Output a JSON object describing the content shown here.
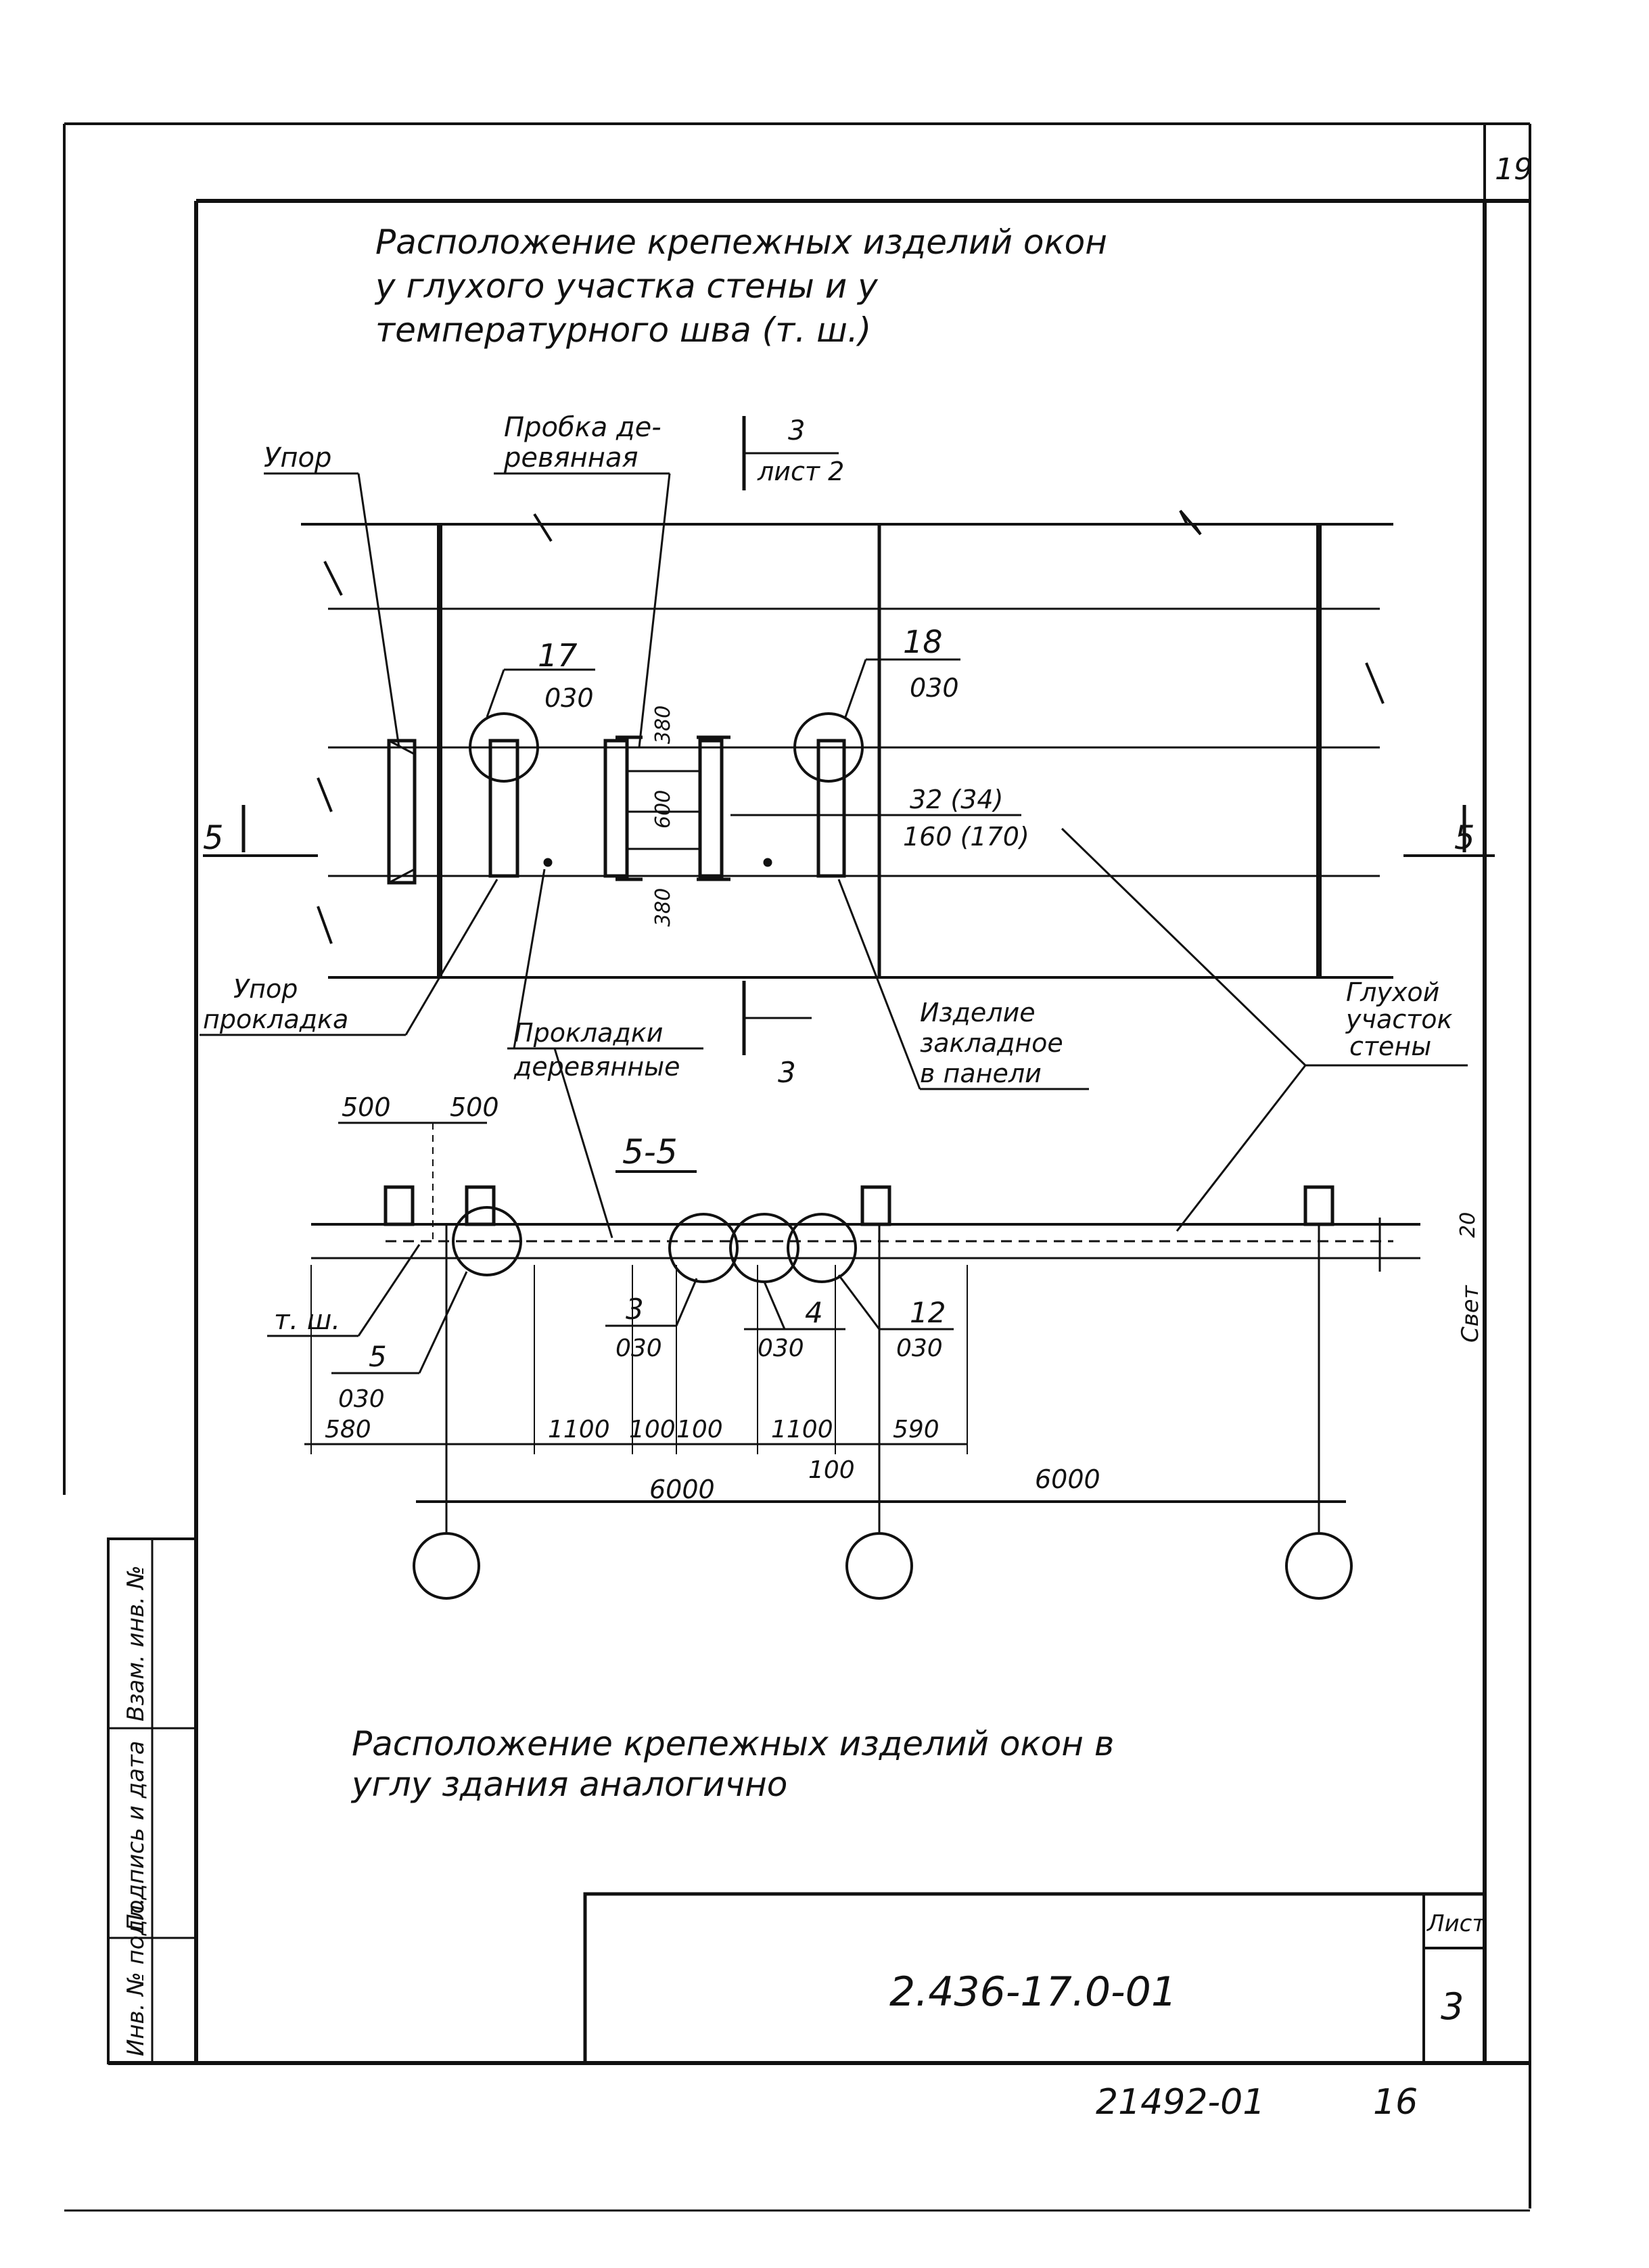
{
  "sheet_corner": "19",
  "title": [
    "Расположение крепежных изделий окон",
    "у глухого участка стены и у",
    "температурного шва (т. ш.)"
  ],
  "labels": {
    "upor": "Упор",
    "probka": [
      "Пробка де-",
      "ревянная"
    ],
    "section_ref_num": "3",
    "section_ref_sheet": "лист 2",
    "section_ref_bottom": "3",
    "node17_num": "17",
    "node17_sheet": "030",
    "node18_num": "18",
    "node18_sheet": "030",
    "dim_380_top": "380",
    "dim_600": "600",
    "dim_380_bottom": "380",
    "rod_top": "32 (34)",
    "rod_bottom": "160 (170)",
    "section_left": "5",
    "section_right": "5",
    "upor_prokladka": [
      "Упор",
      "прокладка"
    ],
    "prokladki": [
      "Прокладки",
      "деревянные"
    ],
    "izdelie": [
      "Изделие",
      "закладное",
      "в панели"
    ],
    "glukhoy": [
      "Глухой",
      "участок",
      "стены"
    ],
    "dim_500_left": "500",
    "dim_500_right": "500",
    "section_title": "5-5",
    "dim_20": "20",
    "svet": "Свет",
    "tsh": "т. ш.",
    "node5_num": "5",
    "node5_sheet": "030",
    "node3_num": "3",
    "node3_sheet": "030",
    "node4_num": "4",
    "node4_sheet": "030",
    "node12_num": "12",
    "node12_sheet": "030",
    "dims_chain": [
      "580",
      "1100",
      "100",
      "100",
      "1100",
      "590"
    ],
    "dim_100": "100",
    "dim_6000_left": "6000",
    "dim_6000_right": "6000"
  },
  "note": [
    "Расположение крепежных изделий окон в",
    "углу здания аналогично"
  ],
  "side_stamp": [
    "Инв. № подл.",
    "Подпись и дата",
    "Взам. инв. №"
  ],
  "doc_code": "2.436-17.0-01",
  "sheet_label": "Лист",
  "sheet_number": "3",
  "bottom_code": "21492-01",
  "bottom_page": "16"
}
